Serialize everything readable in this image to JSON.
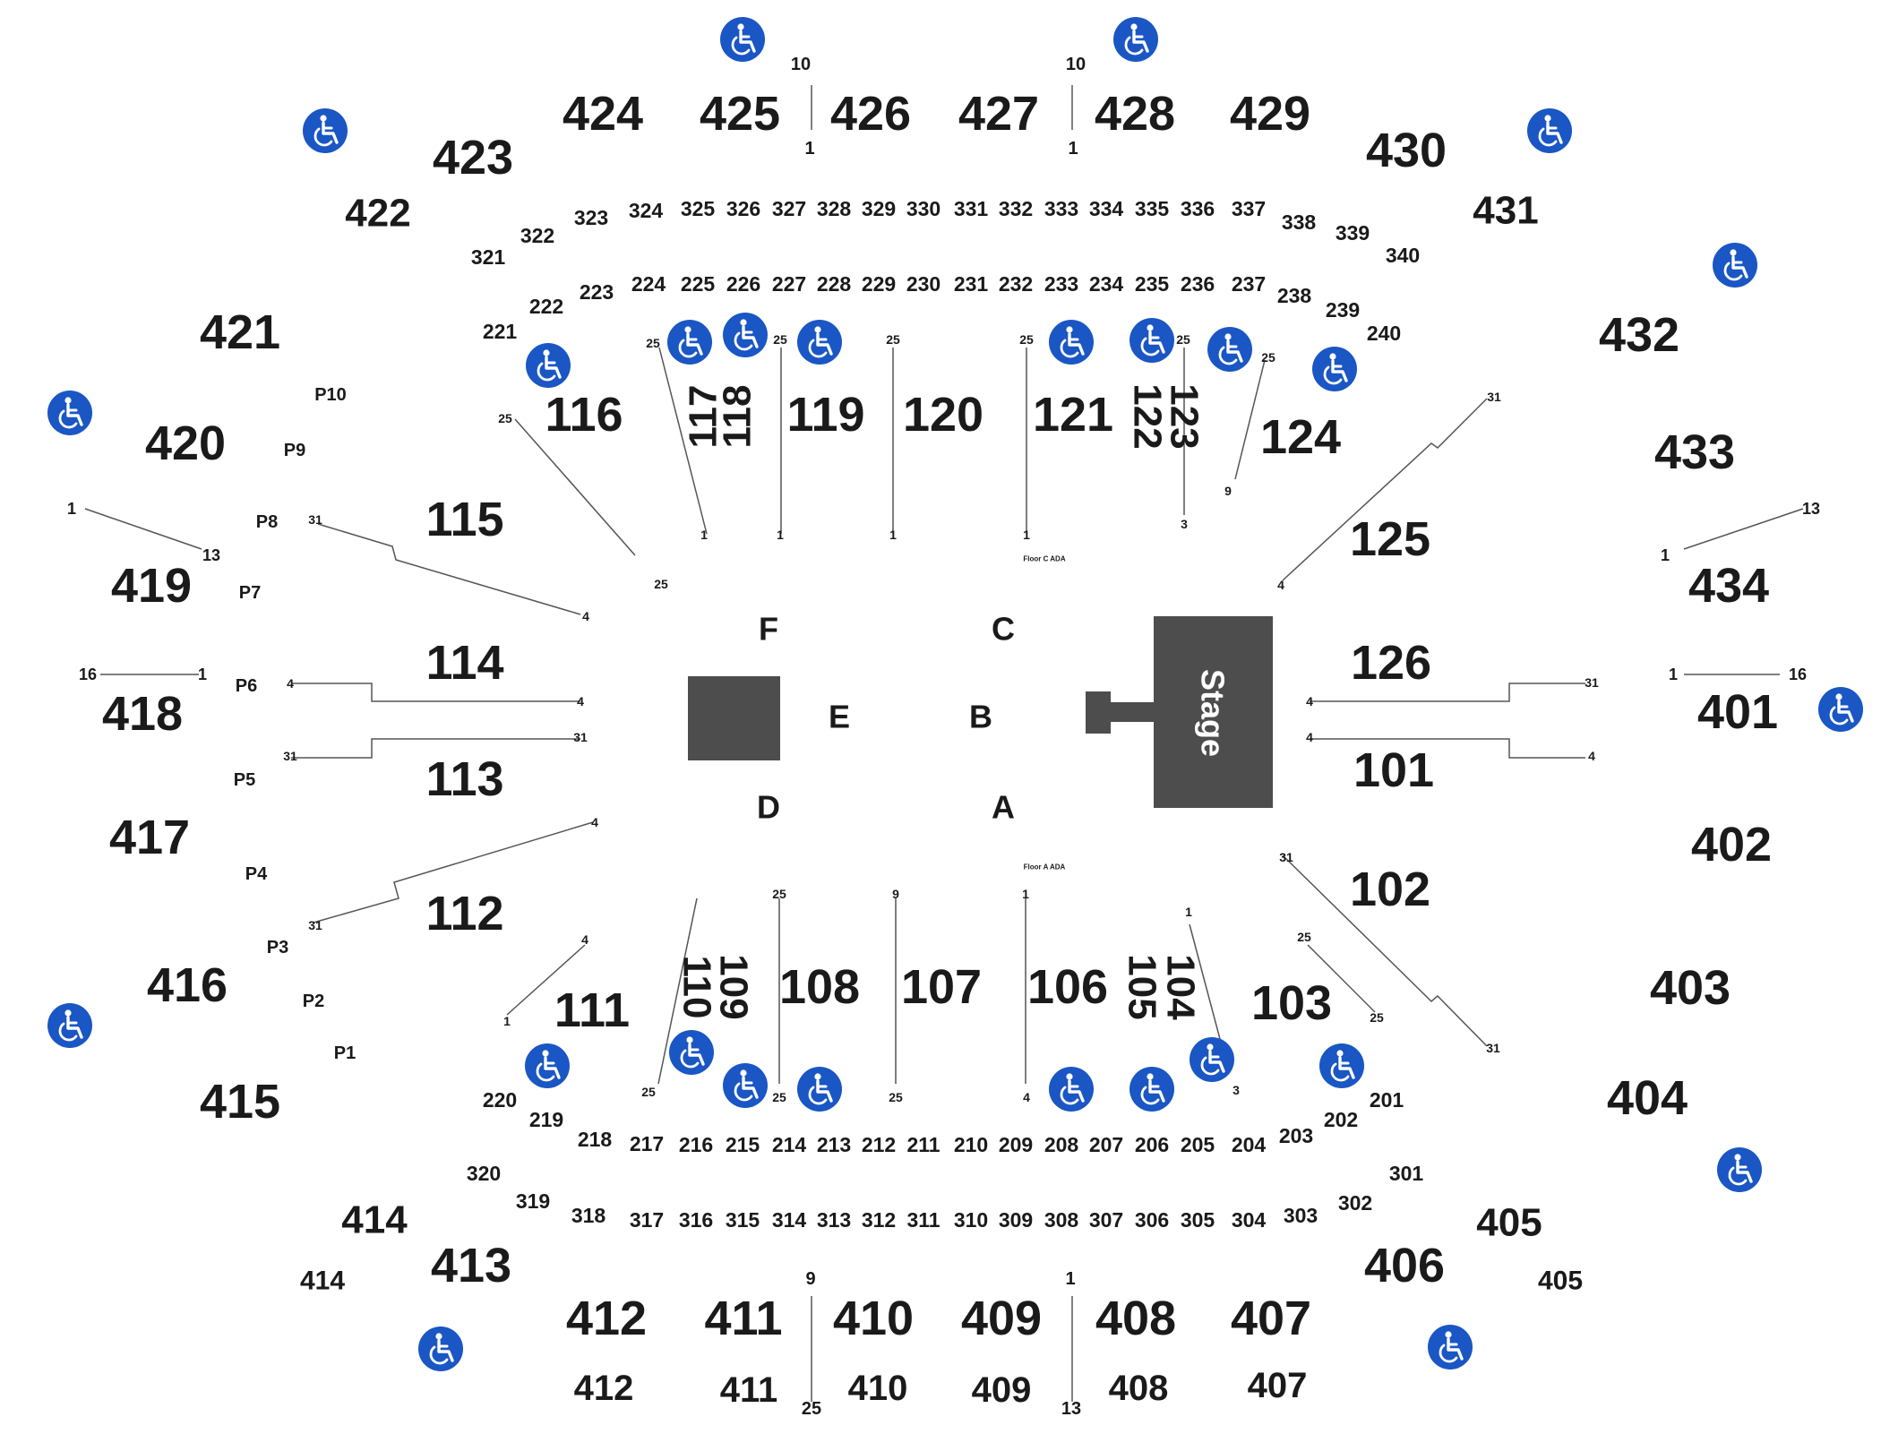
{
  "colors": {
    "accessible": "#1a56c4",
    "stage": "#4d4d4d",
    "text": "#1a1a1a",
    "lines": "#555555"
  },
  "icons": {
    "accessible": "wheelchair-icon"
  },
  "stage": {
    "label": "Stage"
  },
  "floor": {
    "sections": [
      "F",
      "C",
      "E",
      "B",
      "D",
      "A"
    ],
    "ada_labels": [
      "Floor C ADA",
      "Floor A ADA"
    ]
  },
  "sections_100": [
    "116",
    "117",
    "118",
    "119",
    "120",
    "121",
    "122",
    "123",
    "124",
    "115",
    "125",
    "114",
    "126",
    "113",
    "101",
    "112",
    "102",
    "111",
    "110",
    "109",
    "108",
    "107",
    "106",
    "105",
    "104",
    "103"
  ],
  "sections_200_top": [
    "221",
    "222",
    "223",
    "224",
    "225",
    "226",
    "227",
    "228",
    "229",
    "230",
    "231",
    "232",
    "233",
    "234",
    "235",
    "236",
    "237",
    "238",
    "239",
    "240"
  ],
  "sections_200_bottom": [
    "220",
    "219",
    "218",
    "217",
    "216",
    "215",
    "214",
    "213",
    "212",
    "211",
    "210",
    "209",
    "208",
    "207",
    "206",
    "205",
    "204",
    "203",
    "202",
    "201"
  ],
  "sections_300_top": [
    "321",
    "322",
    "323",
    "324",
    "325",
    "326",
    "327",
    "328",
    "329",
    "330",
    "331",
    "332",
    "333",
    "334",
    "335",
    "336",
    "337",
    "338",
    "339",
    "340"
  ],
  "sections_300_bottom": [
    "320",
    "319",
    "318",
    "317",
    "316",
    "315",
    "314",
    "313",
    "312",
    "311",
    "310",
    "309",
    "308",
    "307",
    "306",
    "305",
    "304",
    "303",
    "302",
    "301"
  ],
  "sections_400": [
    "424",
    "425",
    "426",
    "427",
    "428",
    "429",
    "423",
    "430",
    "422",
    "431",
    "421",
    "432",
    "420",
    "433",
    "419",
    "434",
    "418",
    "401",
    "417",
    "402",
    "416",
    "403",
    "415",
    "404",
    "414",
    "405",
    "413",
    "406",
    "412",
    "411",
    "410",
    "409",
    "408",
    "407"
  ],
  "sections_400_secondary": [
    "414",
    "405",
    "412",
    "411",
    "410",
    "409",
    "408",
    "407"
  ],
  "party_boxes": [
    "P10",
    "P9",
    "P8",
    "P7",
    "P6",
    "P5",
    "P4",
    "P3",
    "P2",
    "P1"
  ],
  "row_markers": [
    "10",
    "1",
    "10",
    "1",
    "25",
    "25",
    "25",
    "25",
    "25",
    "25",
    "25",
    "9",
    "1",
    "1",
    "1",
    "1",
    "3",
    "25",
    "31",
    "4",
    "31",
    "4",
    "4",
    "4",
    "31",
    "31",
    "4",
    "31",
    "4",
    "4",
    "4",
    "31",
    "31",
    "31",
    "4",
    "4",
    "25",
    "9",
    "1",
    "1",
    "1",
    "3",
    "25",
    "25",
    "25",
    "25",
    "25",
    "9",
    "25",
    "1",
    "13",
    "1",
    "13",
    "16",
    "1",
    "13",
    "1",
    "16",
    "1",
    "13",
    "1"
  ]
}
